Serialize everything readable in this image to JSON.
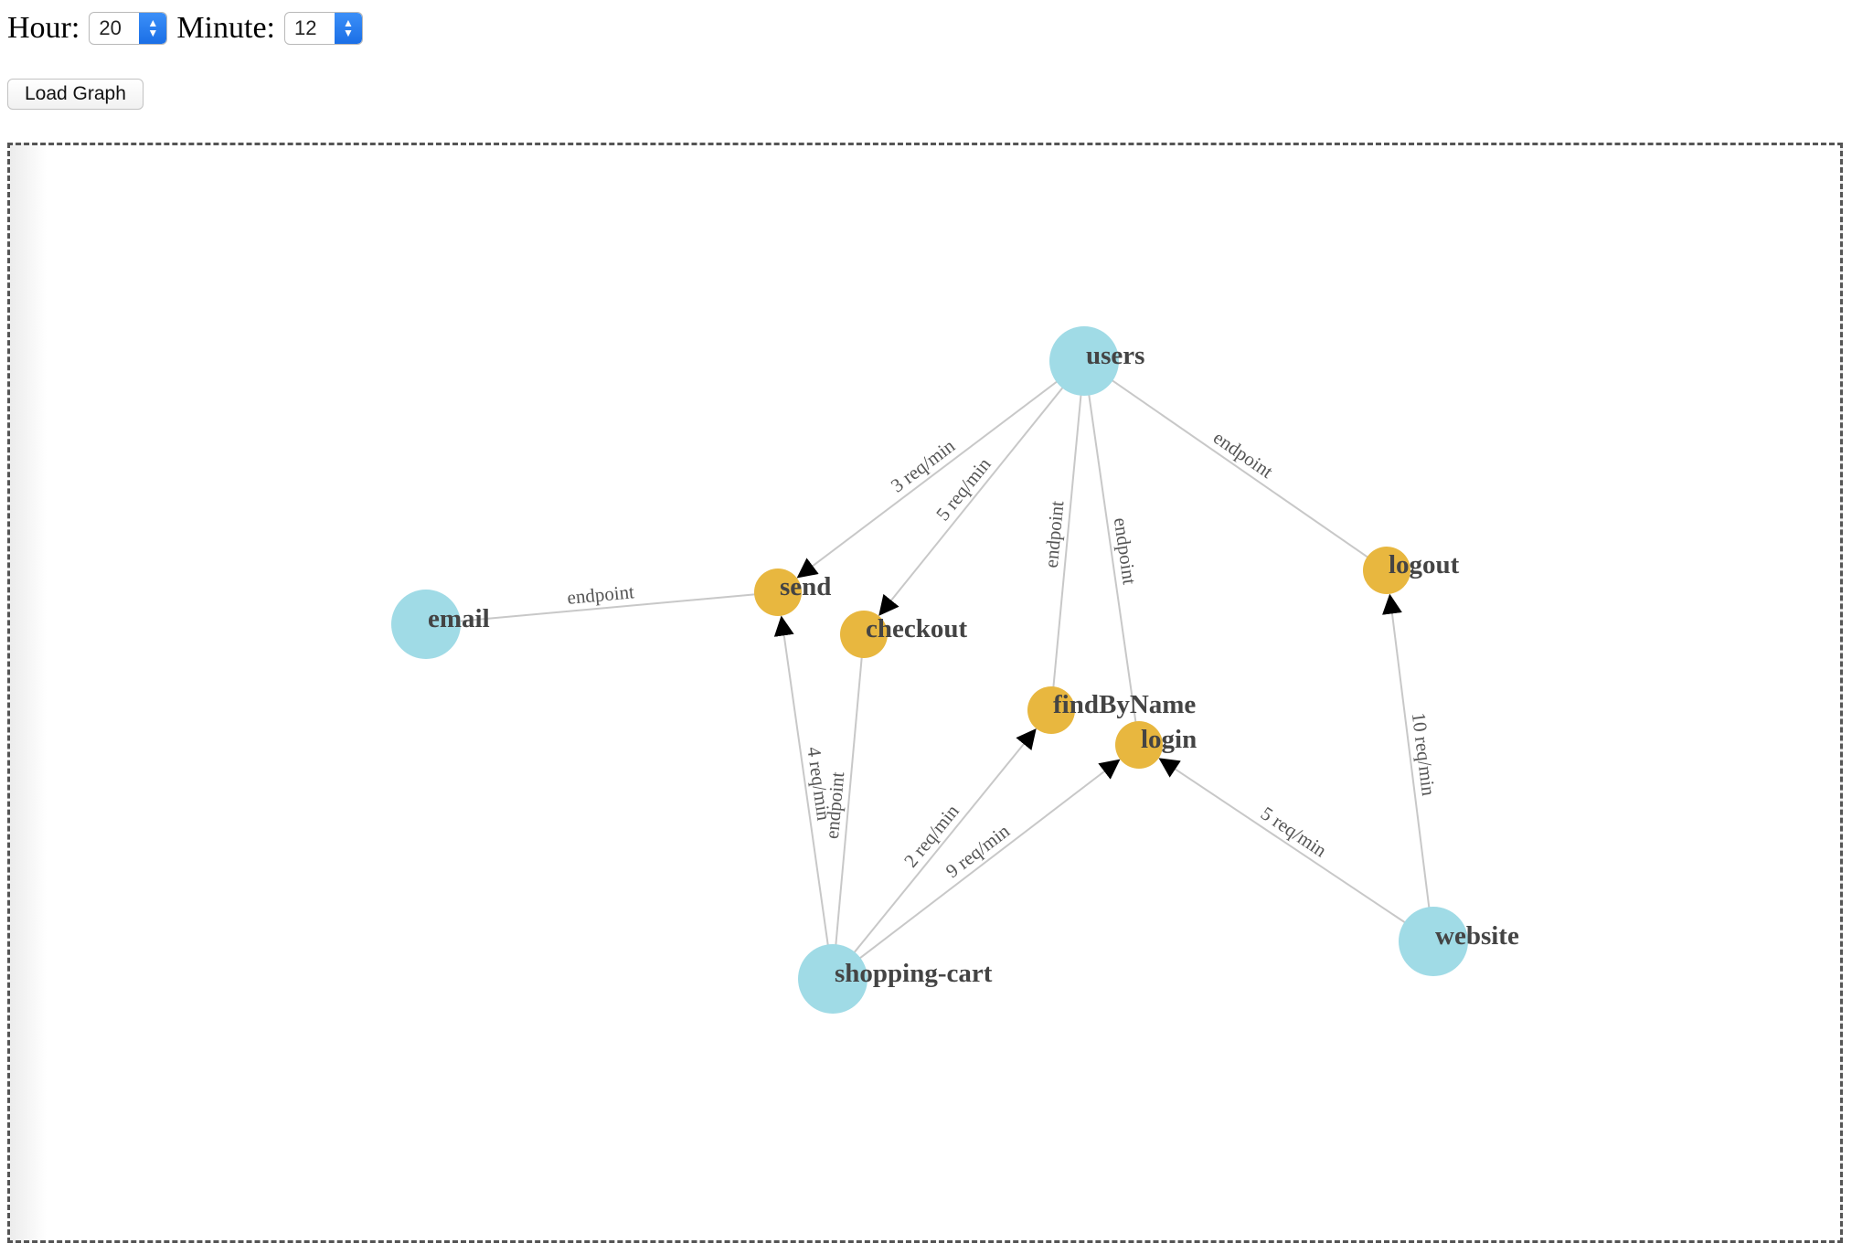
{
  "controls": {
    "hour_label": "Hour:",
    "hour_value": "20",
    "minute_label": "Minute:",
    "minute_value": "12",
    "load_button": "Load Graph"
  },
  "graph": {
    "colors": {
      "service": "#a0dbe6",
      "endpoint": "#e8b73f",
      "edge": "#c8c8c8",
      "arrow": "#000000"
    },
    "nodes": [
      {
        "id": "users",
        "label": "users",
        "kind": "service"
      },
      {
        "id": "email",
        "label": "email",
        "kind": "service"
      },
      {
        "id": "shopping-cart",
        "label": "shopping-cart",
        "kind": "service"
      },
      {
        "id": "website",
        "label": "website",
        "kind": "service"
      },
      {
        "id": "send",
        "label": "send",
        "kind": "endpoint"
      },
      {
        "id": "checkout",
        "label": "checkout",
        "kind": "endpoint"
      },
      {
        "id": "findByName",
        "label": "findByName",
        "kind": "endpoint"
      },
      {
        "id": "login",
        "label": "login",
        "kind": "endpoint"
      },
      {
        "id": "logout",
        "label": "logout",
        "kind": "endpoint"
      }
    ],
    "edges": [
      {
        "source": "users",
        "target": "send",
        "label": "3 req/min",
        "arrow": true
      },
      {
        "source": "users",
        "target": "checkout",
        "label": "5 req/min",
        "arrow": true
      },
      {
        "source": "users",
        "target": "findByName",
        "label": "endpoint",
        "arrow": false
      },
      {
        "source": "users",
        "target": "login",
        "label": "endpoint",
        "arrow": false
      },
      {
        "source": "users",
        "target": "logout",
        "label": "endpoint",
        "arrow": false
      },
      {
        "source": "email",
        "target": "send",
        "label": "endpoint",
        "arrow": false
      },
      {
        "source": "shopping-cart",
        "target": "send",
        "label": "4 req/min",
        "arrow": true
      },
      {
        "source": "shopping-cart",
        "target": "checkout",
        "label": "endpoint",
        "arrow": false
      },
      {
        "source": "shopping-cart",
        "target": "findByName",
        "label": "2 req/min",
        "arrow": true
      },
      {
        "source": "shopping-cart",
        "target": "login",
        "label": "9 req/min",
        "arrow": true
      },
      {
        "source": "website",
        "target": "login",
        "label": "5 req/min",
        "arrow": true
      },
      {
        "source": "website",
        "target": "logout",
        "label": "10 req/min",
        "arrow": true
      }
    ]
  }
}
